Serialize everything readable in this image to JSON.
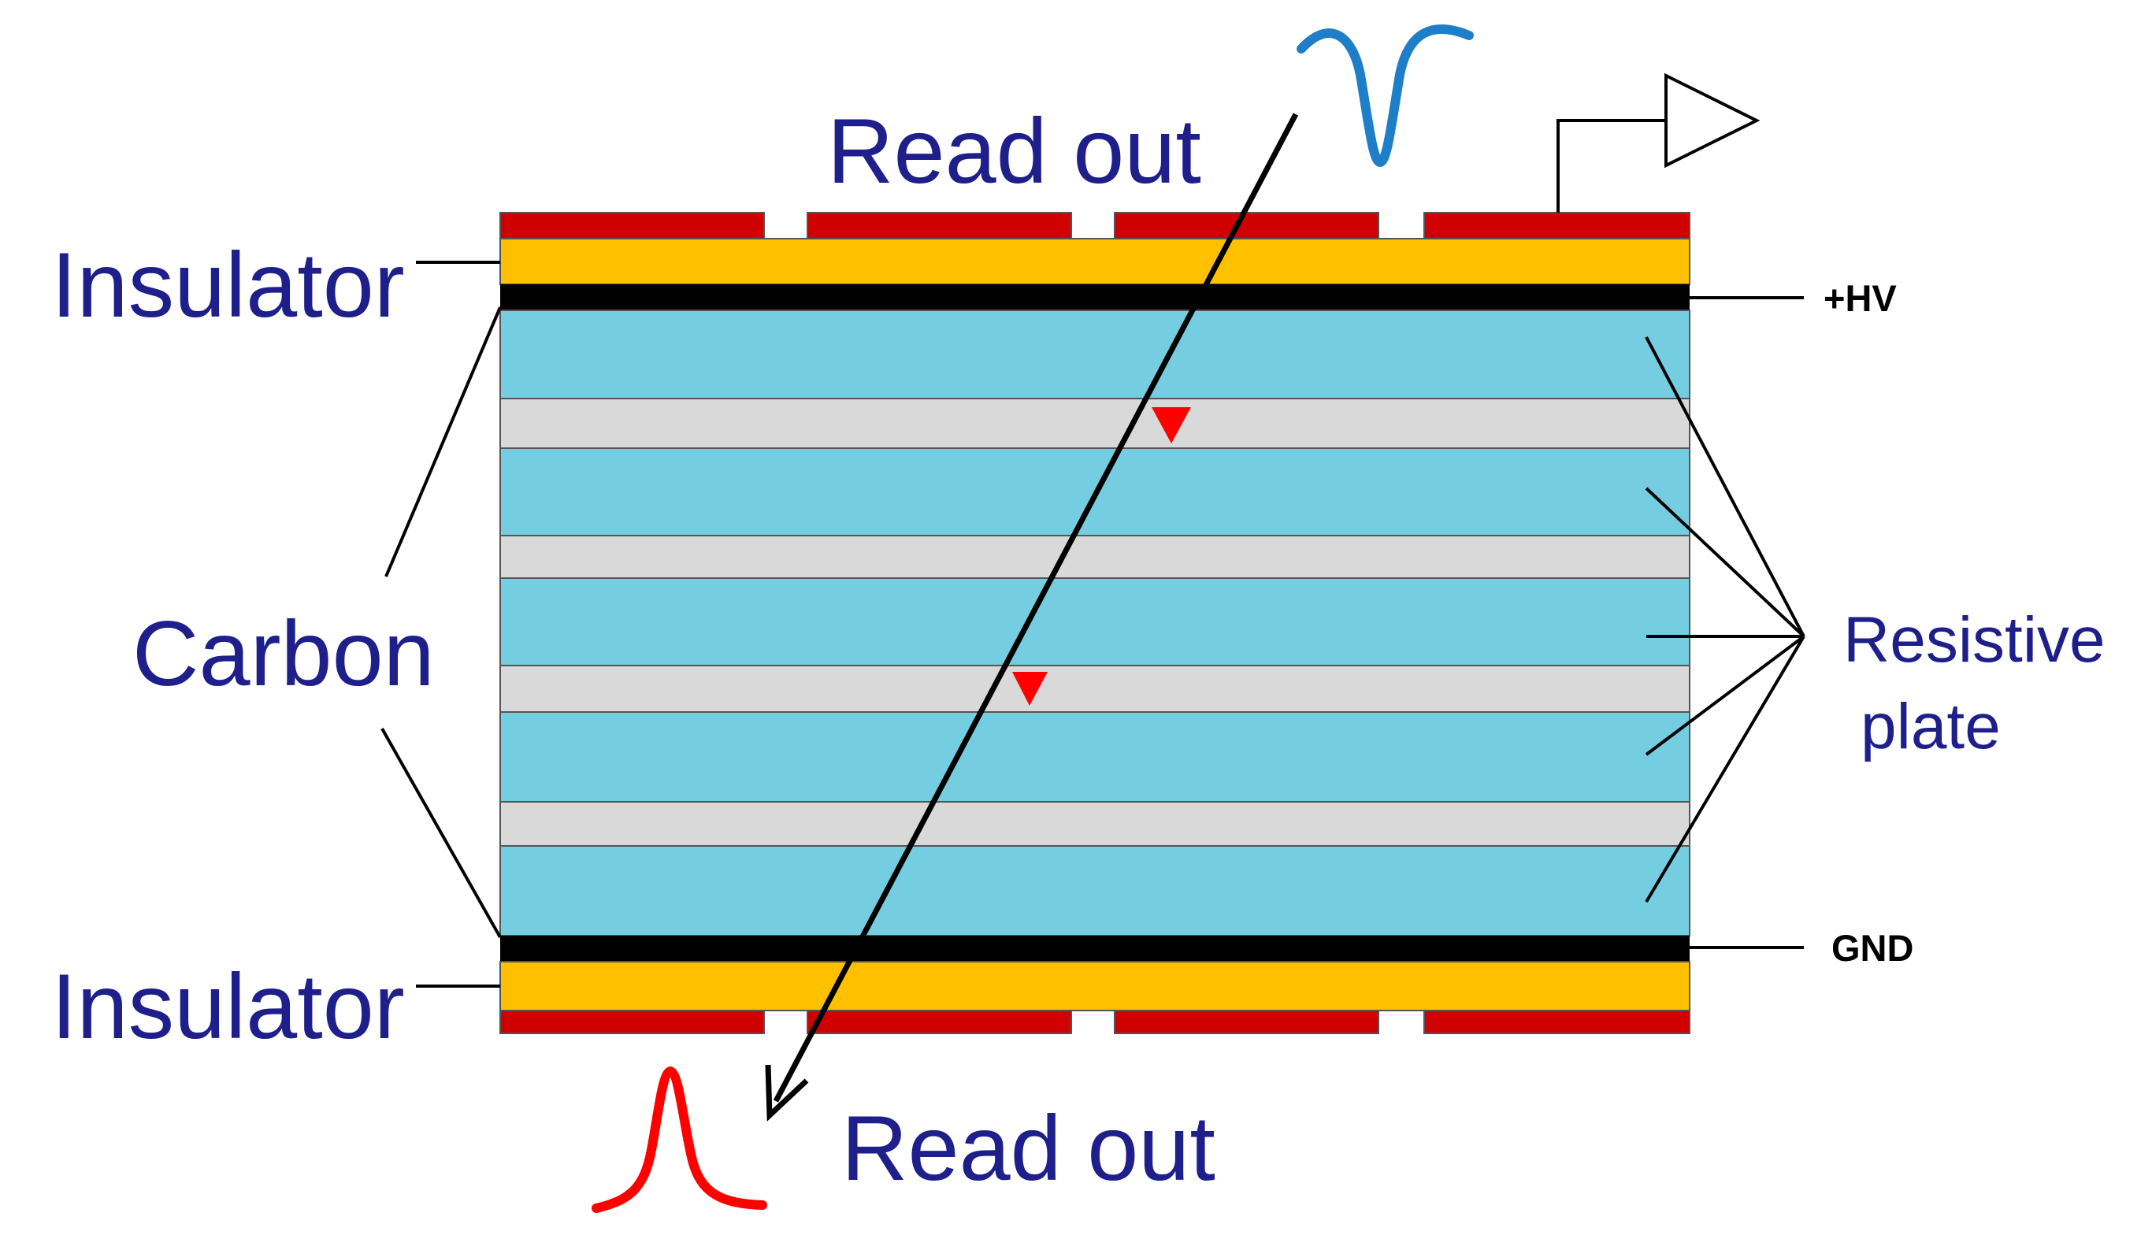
{
  "labels": {
    "read_out_top": "Read out",
    "read_out_bottom": "Read out",
    "insulator_top": "Insulator",
    "insulator_bottom": "Insulator",
    "carbon": "Carbon",
    "resistive_line1": "Resistive",
    "resistive_line2": "plate",
    "hv": "+HV",
    "gnd": "GND"
  },
  "colors": {
    "readout_strip": "#d00000",
    "insulator": "#ffc000",
    "carbon_electrode": "#000000",
    "resistive_plate": "#74cde0",
    "gas_gap": "#d9d9d9",
    "avalanche_marker": "#ff0000",
    "top_signal": "#1e7fc8",
    "bottom_signal": "#ff0000",
    "label_text": "#1f1f8c"
  },
  "icons": [
    "amplifier-triangle-icon",
    "negative-pulse-icon",
    "positive-pulse-icon",
    "particle-track-arrow-icon"
  ]
}
